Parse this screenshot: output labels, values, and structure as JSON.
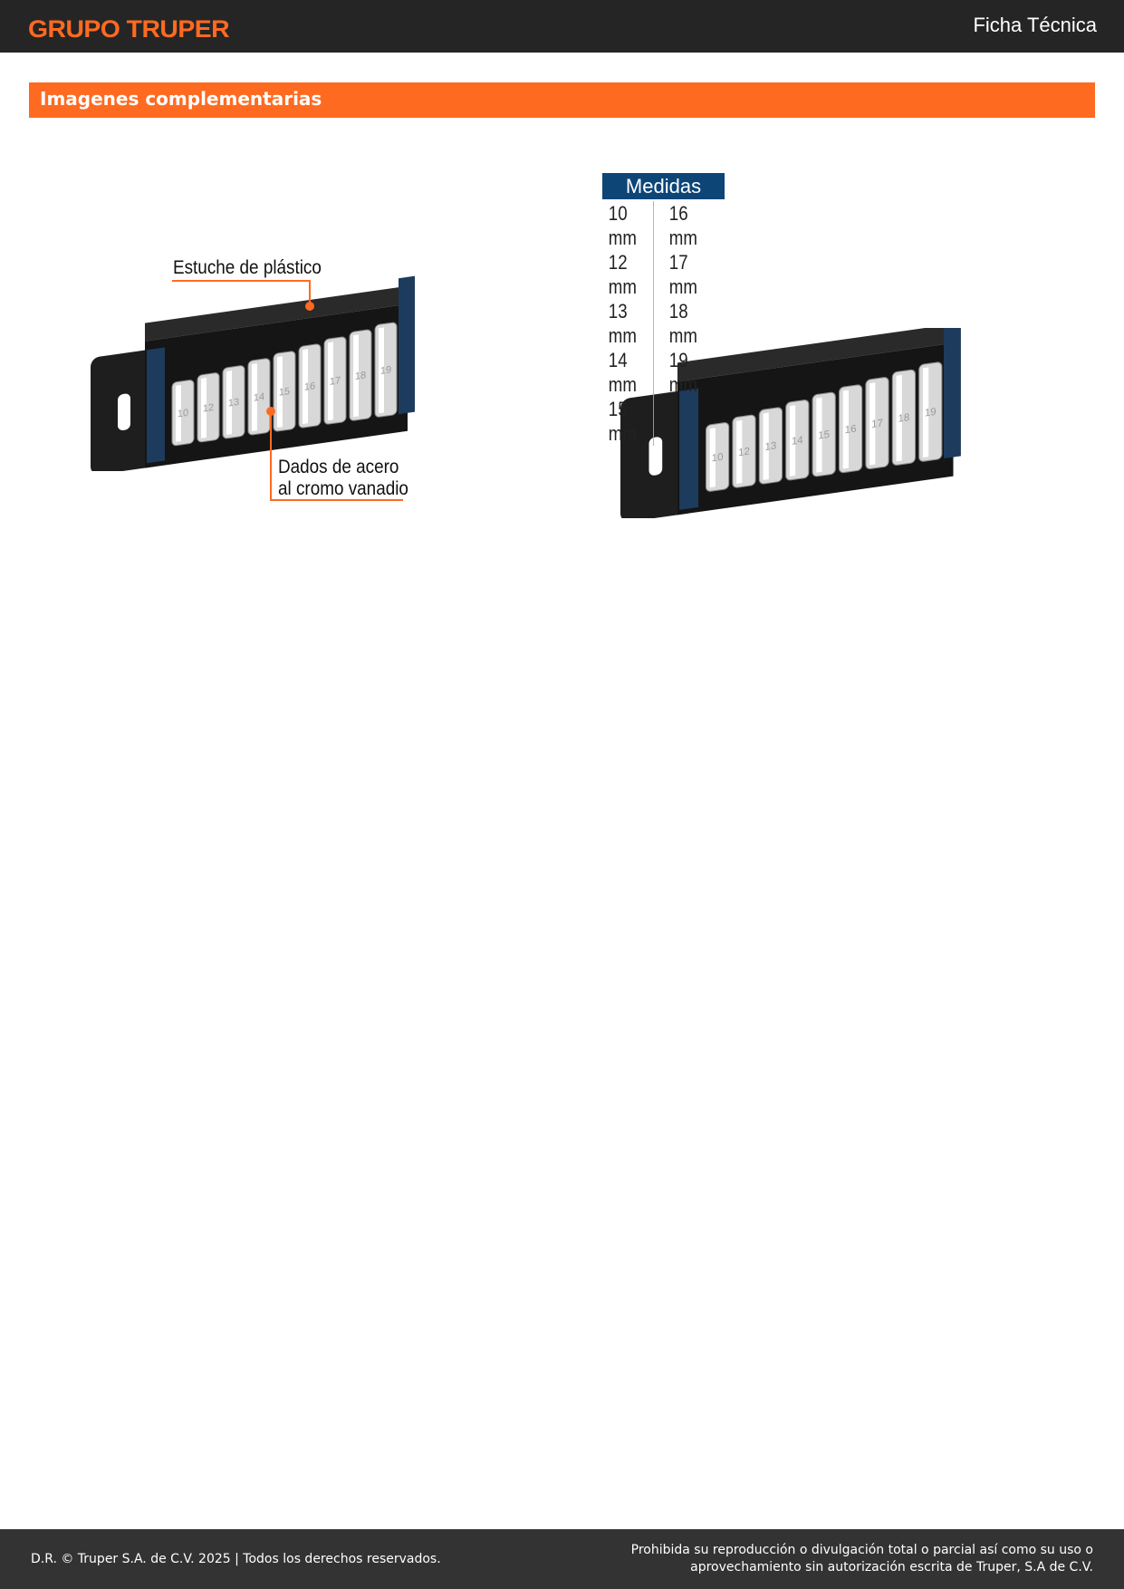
{
  "header": {
    "brand": "GRUPO TRUPER",
    "doc_type": "Ficha Técnica"
  },
  "section_title": "Imagenes complementarias",
  "image1": {
    "callout_case": "Estuche de plástico",
    "callout_sockets_line1": "Dados de acero",
    "callout_sockets_line2": "al cromo vanadio"
  },
  "image2": {
    "table_title": "Medidas",
    "sizes_col1": [
      "10 mm",
      "12 mm",
      "13 mm",
      "14 mm",
      "15 mm"
    ],
    "sizes_col2": [
      "16 mm",
      "17 mm",
      "18 mm",
      "19 mm"
    ]
  },
  "socket_labels": [
    "10",
    "12",
    "13",
    "14",
    "15",
    "16",
    "17",
    "18",
    "19"
  ],
  "colors": {
    "accent": "#ff6a21",
    "header_bg": "#252525",
    "table_header": "#0d4577",
    "footer_bg": "#333333"
  },
  "footer": {
    "copyright": "D.R. © Truper S.A. de C.V. 2025 | Todos los derechos reservados.",
    "notice_line1": "Prohibida su reproducción o divulgación total o parcial así como su uso o",
    "notice_line2": "aprovechamiento sin autorización escrita de Truper, S.A de C.V."
  }
}
